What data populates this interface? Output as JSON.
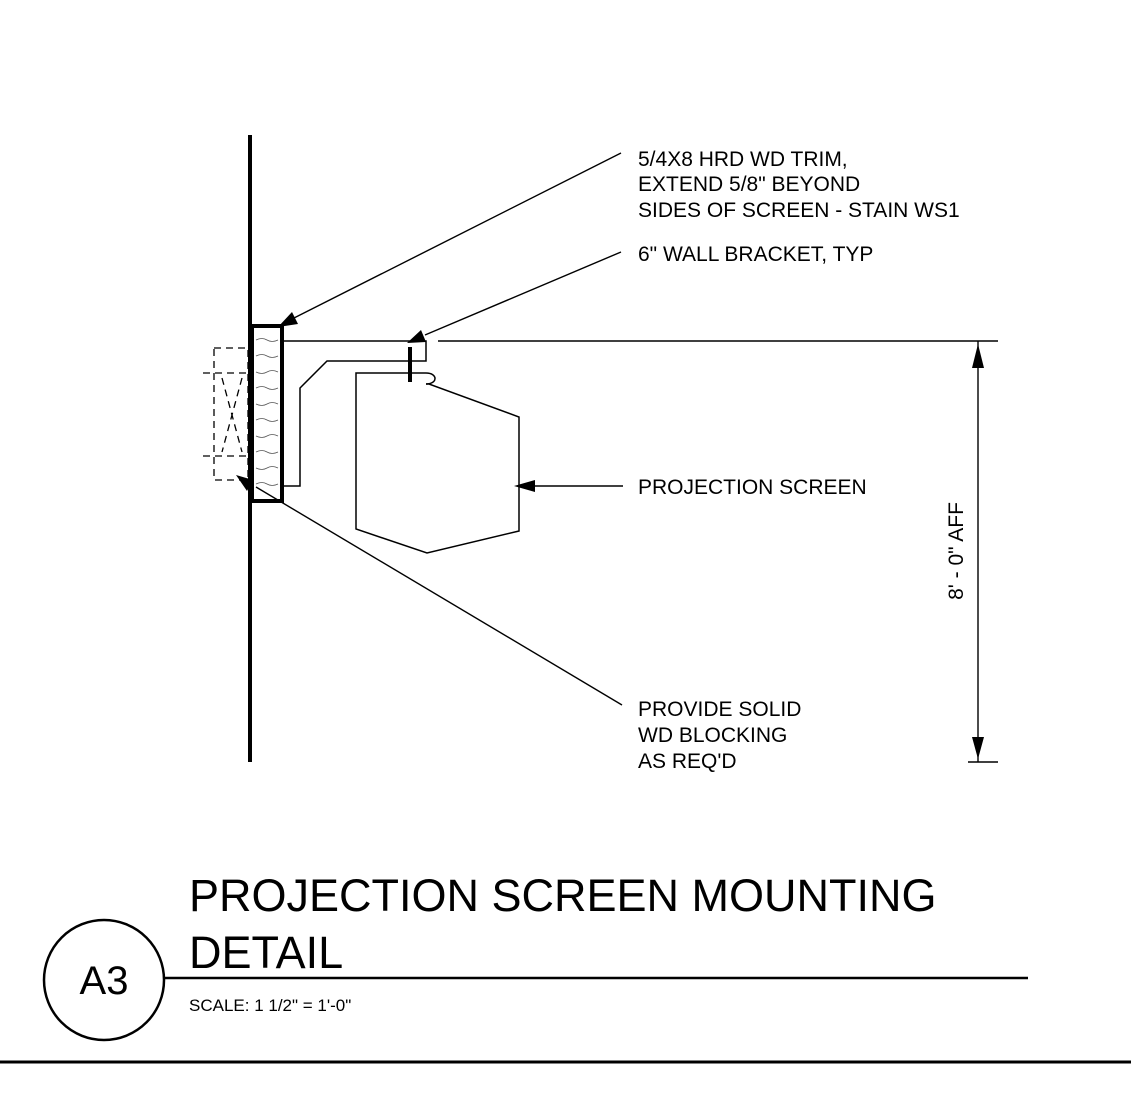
{
  "notes": {
    "trim": {
      "line1": "5/4X8 HRD WD TRIM,",
      "line2": "EXTEND 5/8\" BEYOND",
      "line3": "SIDES OF SCREEN - STAIN WS1"
    },
    "bracket": "6\" WALL BRACKET, TYP",
    "screen": "PROJECTION SCREEN",
    "blocking": {
      "line1": "PROVIDE SOLID",
      "line2": "WD BLOCKING",
      "line3": "AS REQ'D"
    }
  },
  "dimension": {
    "label": "8' - 0\" AFF"
  },
  "title_block": {
    "tag": "A3",
    "title_line1": "PROJECTION SCREEN MOUNTING",
    "title_line2": "DETAIL",
    "scale": "SCALE:  1 1/2\" = 1'-0\""
  }
}
